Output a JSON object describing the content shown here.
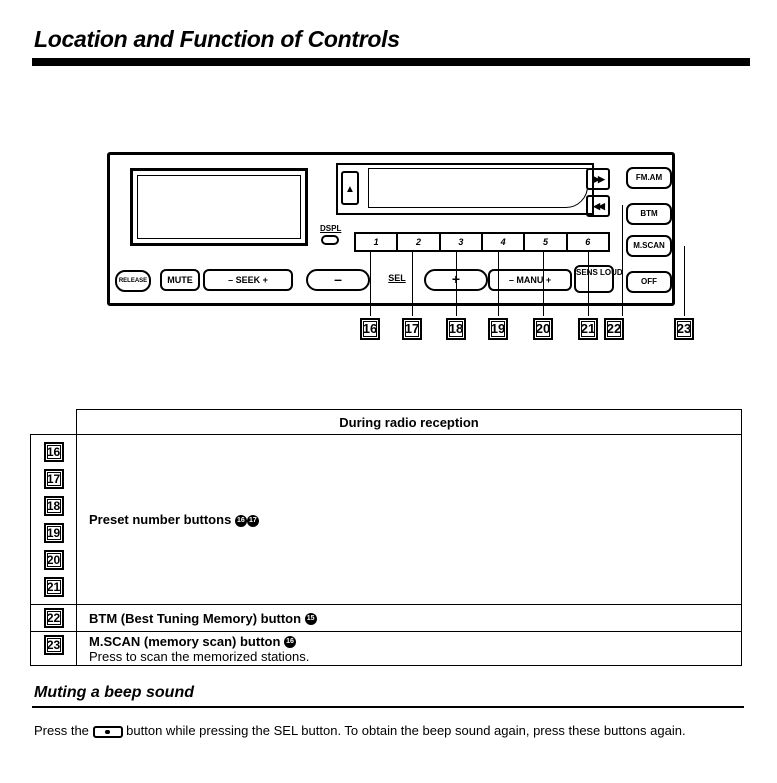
{
  "title": "Location and Function of Controls",
  "device": {
    "eject": "▲",
    "ff": "▶▶",
    "rew": "◀◀",
    "fm_am": "FM.AM",
    "btm": "BTM",
    "mscan": "M.SCAN",
    "off": "OFF",
    "dspl": "DSPL",
    "presets": [
      "1",
      "2",
      "3",
      "4",
      "5",
      "6"
    ],
    "release": "RELEASE",
    "mute": "MUTE",
    "seek": "–  SEEK  +",
    "minus": "–",
    "sel": "SEL",
    "plus": "+",
    "manu": "–  MANU  +",
    "sens": "SENS LOUD"
  },
  "callouts": [
    "16",
    "17",
    "18",
    "19",
    "20",
    "21",
    "22",
    "23"
  ],
  "table": {
    "header": "During radio reception",
    "preset_numbers": [
      "16",
      "17",
      "18",
      "19",
      "20",
      "21"
    ],
    "preset_desc": "Preset number buttons",
    "preset_refs": [
      "16",
      "17"
    ],
    "btm_num": "22",
    "btm_desc": "BTM (Best Tuning Memory) button",
    "btm_ref": "15",
    "mscan_num": "23",
    "mscan_desc": "M.SCAN (memory scan) button",
    "mscan_ref": "16",
    "mscan_sub": "Press to scan the memorized stations."
  },
  "muting": {
    "heading": "Muting a beep sound",
    "text_before": "Press the",
    "text_after": "button while pressing the SEL button. To obtain the beep sound again, press these buttons again."
  }
}
